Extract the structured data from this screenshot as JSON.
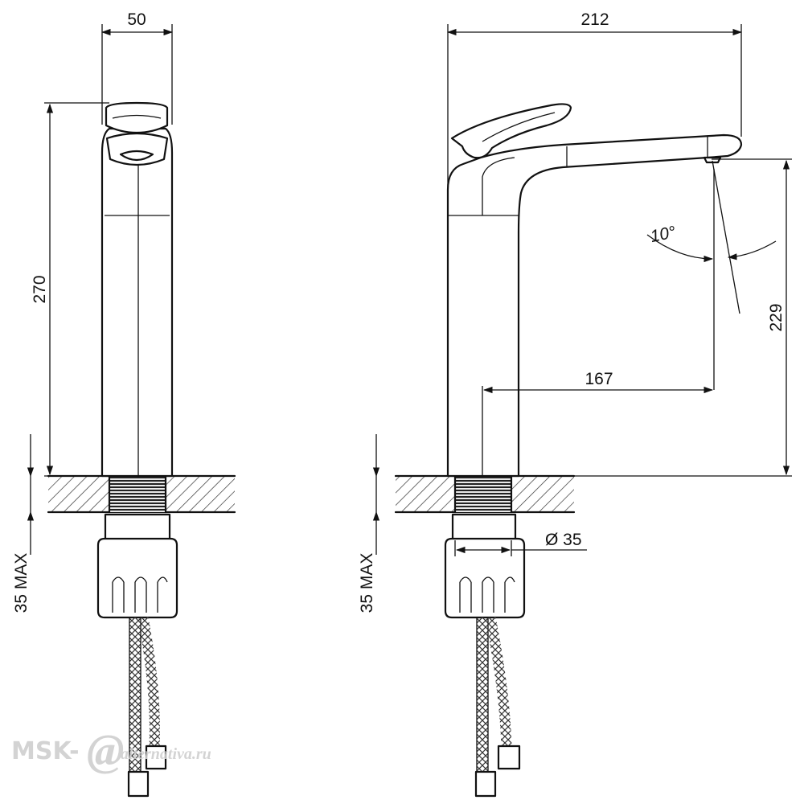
{
  "dimensions": {
    "width_front": "50",
    "height_front": "270",
    "max_thickness_front": "35 MAX",
    "width_side": "212",
    "spout_height": "229",
    "spout_reach": "167",
    "spout_angle": "10°",
    "diameter_side": "Ø 35",
    "max_thickness_side": "35 MAX"
  },
  "watermark": {
    "brand": "MSK-",
    "at_sign": "@",
    "suffix": "alternativa.ru"
  },
  "colors": {
    "line": "#111111",
    "hatch": "#333333",
    "watermark": "#cfcfcf"
  }
}
